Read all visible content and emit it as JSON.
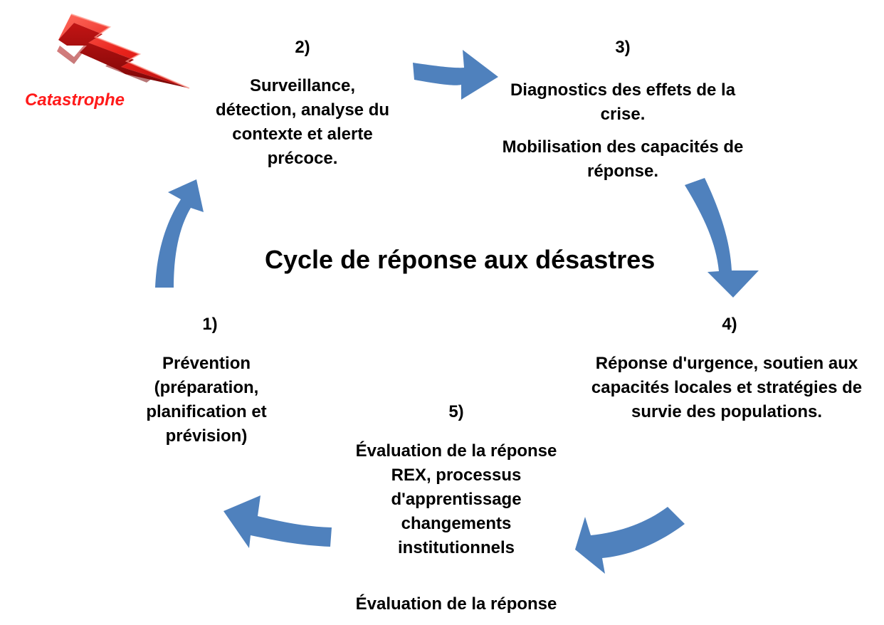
{
  "title": "Cycle de réponse aux désastres",
  "disaster": {
    "label": "Catastrophe",
    "color": "#ff1a1a",
    "icon": "lightning-bolt-icon"
  },
  "arrow_color": "#4f81bd",
  "steps": [
    {
      "number": "1)",
      "lines": [
        "Prévention",
        "(préparation,",
        "planification et",
        "prévision)"
      ]
    },
    {
      "number": "2)",
      "lines": [
        "Surveillance,",
        "détection, analyse du",
        "contexte et alerte",
        "précoce."
      ]
    },
    {
      "number": "3)",
      "lines": [
        "Diagnostics des effets de la",
        "crise.",
        "",
        "Mobilisation des capacités de",
        "réponse."
      ]
    },
    {
      "number": "4)",
      "lines": [
        "Réponse d'urgence, soutien aux",
        "capacités locales et stratégies de",
        "survie des populations."
      ]
    },
    {
      "number": "5)",
      "lines": [
        "Évaluation de la réponse",
        "REX, processus",
        "d'apprentissage",
        "changements",
        "institutionnels"
      ]
    }
  ],
  "bottom_label": "Évaluation de la réponse"
}
